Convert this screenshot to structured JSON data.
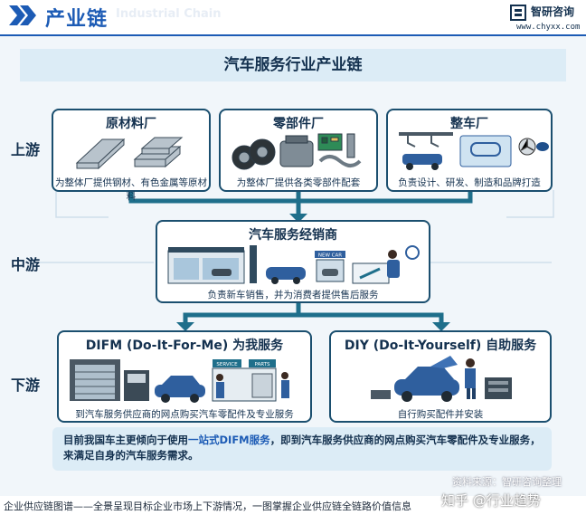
{
  "header": {
    "title": "产业链",
    "ghost_text": "Industrial Chain",
    "brand_name": "智研咨询",
    "brand_url": "www.chyxx.com"
  },
  "diagram": {
    "title": "汽车服务行业产业链",
    "stages": {
      "upstream": "上游",
      "midstream": "中游",
      "downstream": "下游"
    },
    "upstream": [
      {
        "title": "原材料厂",
        "desc": "为整体厂提供钢材、有色金属等原材料"
      },
      {
        "title": "零部件厂",
        "desc": "为整体厂提供各类零部件配套"
      },
      {
        "title": "整车厂",
        "desc": "负责设计、研发、制造和品牌打造"
      }
    ],
    "midstream": {
      "title": "汽车服务经销商",
      "desc": "负责新车销售，并为消费者提供售后服务",
      "sign_new_car": "NEW CAR"
    },
    "downstream": [
      {
        "title": "DIFM (Do-It-For-Me) 为我服务",
        "desc": "到汽车服务供应商的网点购买汽车零配件及专业服务",
        "sign_service": "SERVICE",
        "sign_parts": "PARTS"
      },
      {
        "title": "DIY (Do-It-Yourself) 自助服务",
        "desc": "自行购买配件并安装"
      }
    ],
    "summary_pre": "目前我国车主更倾向于使用",
    "summary_highlight": "一站式DIFM服务",
    "summary_post": "，即到汽车服务供应商的网点购买汽车零配件及专业服务，来满足自身的汽车服务需求。",
    "source": "资料来源：智研咨询整理"
  },
  "footer": {
    "text": "企业供应链图谱——全景呈现目标企业市场上下游情况，一图掌握企业供应链全链路价值信息",
    "watermark": "知乎 @行业趋势"
  },
  "colors": {
    "primary": "#1c5bb5",
    "dark": "#14314f",
    "teal": "#1f6f8b",
    "panel": "#f1f6fa",
    "title_bg": "#dcecf6"
  }
}
